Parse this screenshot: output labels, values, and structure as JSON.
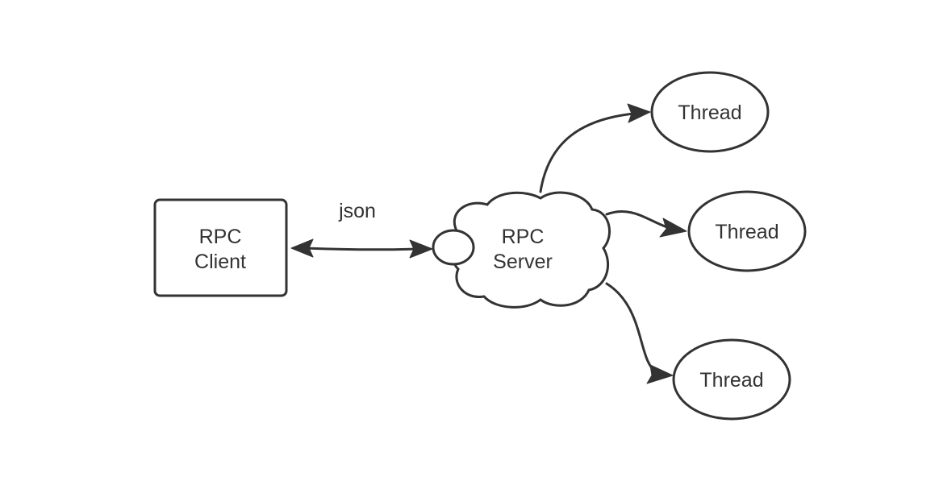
{
  "diagram": {
    "nodes": {
      "client": {
        "line1": "RPC",
        "line2": "Client"
      },
      "server": {
        "line1": "RPC",
        "line2": "Server"
      },
      "threads": [
        "Thread",
        "Thread",
        "Thread"
      ]
    },
    "edges": {
      "client_server_label": "json"
    },
    "colors": {
      "stroke": "#333333",
      "fill": "#ffffff",
      "text": "#333333"
    }
  }
}
